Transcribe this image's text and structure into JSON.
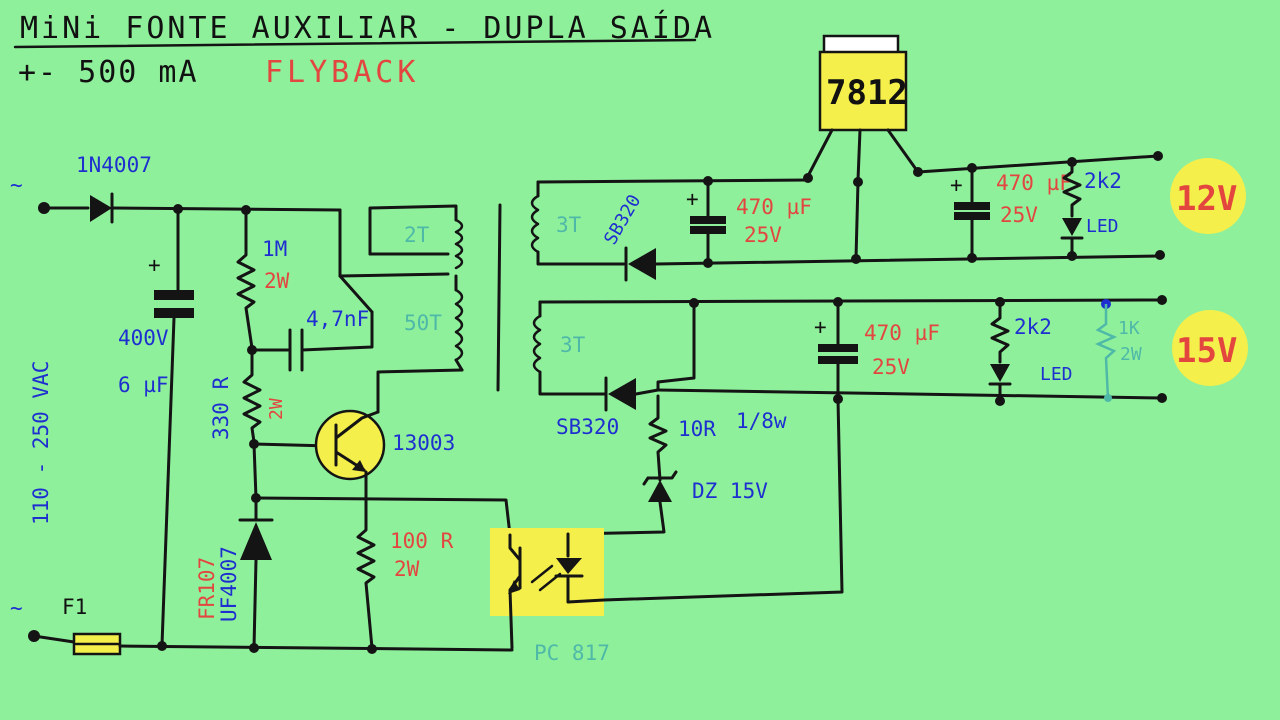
{
  "title": "MiNi FONTE AUXILIAR - DUPLA SAÍDA",
  "subtitle": "+- 500 mA",
  "topology": "FLYBACK",
  "colors": {
    "background": "#8ff09c",
    "wire": "#141414",
    "blue_label": "#1e2fd0",
    "red_label": "#e3453f",
    "highlight": "#f4ef4a",
    "faint_label": "#4fb9a8"
  },
  "ac_input": {
    "line_symbol": "~",
    "neutral_symbol": "~",
    "range": "110 - 250 VAC"
  },
  "components": {
    "diode_in": "1N4007",
    "fuse": "F1",
    "cap_in_plus": "+",
    "cap_in_v": "400V",
    "cap_in_c": "6 µF",
    "r1_value": "1M",
    "r1_power": "2W",
    "cap_fb": "4,7nF",
    "r2_value": "330 R",
    "r2_power": "2W",
    "transistor": "13003",
    "diode_fr": "FR107",
    "diode_uf": "UF4007",
    "r_emitter_value": "100 R",
    "r_emitter_power": "2W",
    "optocoupler": "PC 817",
    "trafo_primary_aux": "2T",
    "trafo_primary": "50T",
    "trafo_sec1": "3T",
    "trafo_sec2": "3T",
    "schottky_1": "SB320",
    "schottky_2": "SB320",
    "cap_out1_c": "470 µF",
    "cap_out1_v": "25V",
    "regulator": "7812",
    "cap_out2_c": "470 µF",
    "cap_out2_v": "25V",
    "r_led1": "2k2",
    "led1": "LED",
    "cap_out3_c": "470 µF",
    "cap_out3_v": "25V",
    "r_led2": "2k2",
    "led2": "LED",
    "r_fb_value": "10R",
    "r_fb_power": "1/8w",
    "zener": "DZ 15V",
    "r_load_value": "1K",
    "r_load_power": "2W",
    "plus_sign": "+"
  },
  "outputs": {
    "out1": "12V",
    "out2": "15V"
  }
}
